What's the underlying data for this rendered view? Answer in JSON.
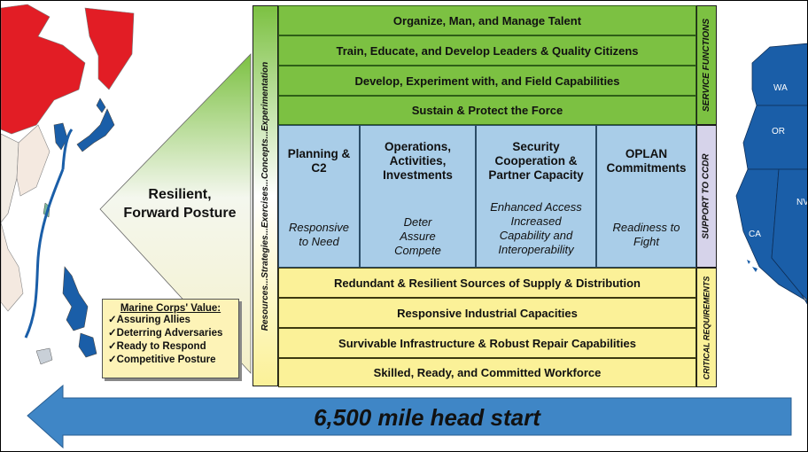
{
  "posture_label": [
    "Resilient,",
    "Forward Posture"
  ],
  "vertical_label": "Resources...Strategies...Exercises...Concepts...Experimentation",
  "service_functions": {
    "label": "SERVICE FUNCTIONS",
    "rows": [
      "Organize, Man, and Manage Talent",
      "Train, Educate, and Develop Leaders & Quality Citizens",
      "Develop, Experiment with, and Field Capabilities",
      "Sustain & Protect the Force"
    ]
  },
  "support_to_ccdr": {
    "label": "SUPPORT TO CCDR",
    "columns": [
      {
        "heading": [
          "Planning &",
          "C2"
        ],
        "sub": [
          "Responsive",
          "to Need"
        ]
      },
      {
        "heading": [
          "Operations,",
          "Activities,",
          "Investments"
        ],
        "sub": [
          "Deter",
          "Assure",
          "Compete"
        ]
      },
      {
        "heading": [
          "Security",
          "Cooperation &",
          "Partner Capacity"
        ],
        "sub": [
          "Enhanced Access",
          "Increased",
          "Capability and",
          "Interoperability"
        ]
      },
      {
        "heading": [
          "OPLAN",
          "Commitments"
        ],
        "sub": [
          "Readiness to",
          "Fight"
        ]
      }
    ]
  },
  "critical_requirements": {
    "label": "CRITICAL REQUIREMENTS",
    "rows": [
      "Redundant & Resilient Sources of Supply & Distribution",
      "Responsive Industrial Capacities",
      "Survivable Infrastructure & Robust Repair Capabilities",
      "Skilled, Ready, and Committed Workforce"
    ]
  },
  "marine_value": {
    "title": "Marine Corps' Value:",
    "items": [
      "✓Assuring Allies",
      "✓Deterring Adversaries",
      "✓Ready to Respond",
      "✓Competitive Posture"
    ]
  },
  "state_labels": [
    "WA",
    "OR",
    "NV",
    "CA"
  ],
  "arrow_label": "6,500 mile head start",
  "colors": {
    "green": "#7cc142",
    "yellow": "#fbf198",
    "blue": "#a9cde8",
    "side_purple": "#d6d3ea",
    "arrow": "#3f86c6",
    "map_red": "#e21d25",
    "map_blue": "#1a5ea8"
  }
}
